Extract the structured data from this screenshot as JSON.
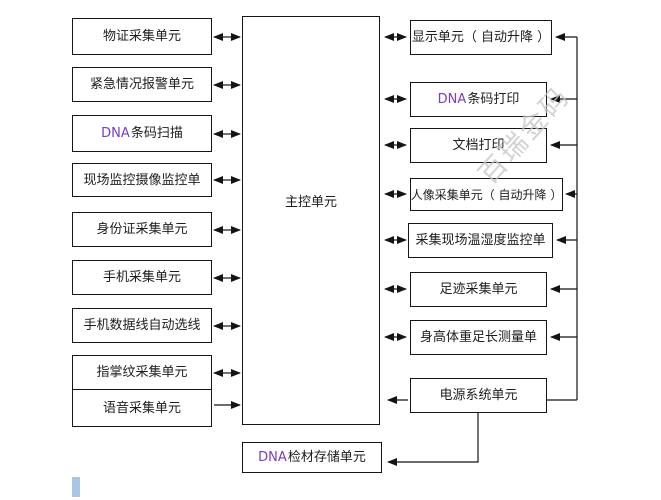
{
  "colors": {
    "accent": "#7b3cc3",
    "watermark": "#c3c3c3",
    "marker_blue": "#a9c6ea",
    "line": "#141414"
  },
  "diagram": {
    "main_unit": {
      "label": "主控单元"
    },
    "left_units": [
      {
        "label": "物证采集单元"
      },
      {
        "label": "紧急情况报警单元"
      },
      {
        "prefix": "DNA",
        "label": "条码扫描"
      },
      {
        "label": "现场监控摄像监控单"
      },
      {
        "label": "身份证采集单元"
      },
      {
        "label": "手机采集单元"
      },
      {
        "label": "手机数据线自动选线"
      },
      {
        "label": "指掌纹采集单元"
      },
      {
        "label": "语音采集单元"
      }
    ],
    "right_units": [
      {
        "label": "显示单元（ 自动升降 ）"
      },
      {
        "prefix": "DNA",
        "label": "条码打印"
      },
      {
        "label": "文档打印"
      },
      {
        "label": "人像采集单元（ 自动升降 ）"
      },
      {
        "label": "采集现场温湿度监控单"
      },
      {
        "label": "足迹采集单元"
      },
      {
        "label": "身高体重足长测量单"
      },
      {
        "label": "电源系统单元"
      }
    ],
    "bottom_unit": {
      "prefix": "DNA",
      "label": "检材存储单元"
    },
    "watermark": "百瑞金码"
  }
}
